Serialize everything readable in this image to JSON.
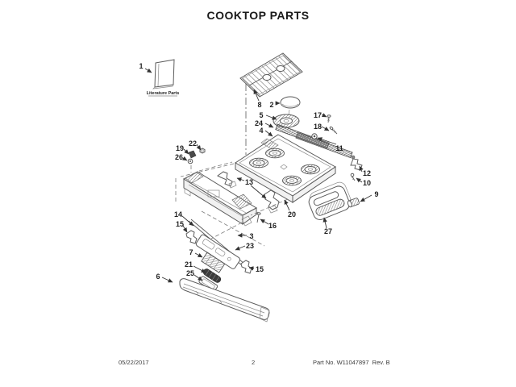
{
  "title": "COOKTOP PARTS",
  "literature_label": "Literature Parts",
  "callouts": {
    "c1": "1",
    "c2": "2",
    "c3": "3",
    "c4": "4",
    "c5": "5",
    "c6": "6",
    "c7": "7",
    "c8": "8",
    "c9": "9",
    "c10": "10",
    "c11": "11",
    "c12": "12",
    "c13": "13",
    "c14": "14",
    "c15a": "15",
    "c15b": "15",
    "c16": "16",
    "c17": "17",
    "c18": "18",
    "c19": "19",
    "c20": "20",
    "c21": "21",
    "c22": "22",
    "c23": "23",
    "c24": "24",
    "c25": "25",
    "c26": "26",
    "c27": "27"
  },
  "footer": {
    "date": "05/22/2017",
    "page": "2",
    "part_no": "Part No. W11047897  Rev. B"
  },
  "colors": {
    "background": "#ffffff",
    "line": "#5b5b5b",
    "label": "#1f1f1f"
  }
}
